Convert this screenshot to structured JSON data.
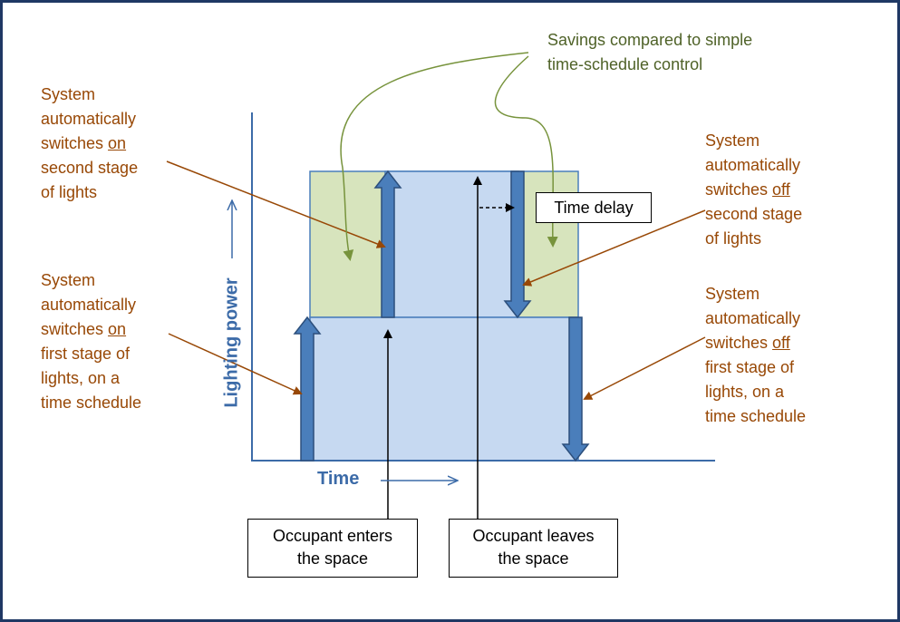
{
  "labels": {
    "on_second": {
      "lines": [
        "System",
        "automatically",
        "switches",
        "on",
        "second stage",
        "of lights"
      ],
      "underline": "on"
    },
    "on_first": {
      "lines": [
        "System",
        "automatically",
        "switches",
        "on",
        "first stage of",
        "lights, on a",
        "time schedule"
      ],
      "underline": "on"
    },
    "off_second": {
      "lines": [
        "System",
        "automatically",
        "switches",
        "off",
        "second stage",
        "of lights"
      ],
      "underline": "off"
    },
    "off_first": {
      "lines": [
        "System",
        "automatically",
        "switches",
        "off",
        "first stage of",
        "lights, on a",
        "time schedule"
      ],
      "underline": "off"
    },
    "savings": {
      "line1": "Savings compared to simple",
      "line2": "time-schedule control"
    }
  },
  "boxes": {
    "time_delay": "Time delay",
    "occupant_enters": {
      "line1": "Occupant enters",
      "line2": "the space"
    },
    "occupant_leaves": {
      "line1": "Occupant leaves",
      "line2": "the space"
    }
  },
  "axes": {
    "x_title": "Time",
    "y_title": "Lighting power"
  },
  "colors": {
    "frame": "#1f3864",
    "axis": "#3c6ba8",
    "blue_fill": "#c6d9f1",
    "green_fill": "#d7e4bd",
    "arrow_fill": "#4a7ebb",
    "arrow_stroke": "#2c4f7c",
    "callout": "#984806",
    "savings": "#4f6228",
    "savings_line": "#77933c"
  }
}
